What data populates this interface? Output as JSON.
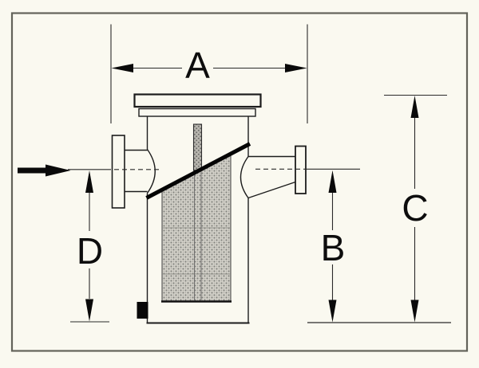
{
  "drawing": {
    "subject": "basket-strainer-cross-section-dimension-drawing",
    "dimension_labels": {
      "a": "A",
      "b": "B",
      "c": "C",
      "d": "D"
    },
    "flow": {
      "direction": "right"
    },
    "colors": {
      "background": "#faf9f0",
      "frame": "#63635a",
      "line": "#1c1c1c",
      "label_text": "#0d0d0d",
      "basket_mesh": "#a9a8a1",
      "solid_black": "#080808"
    }
  }
}
